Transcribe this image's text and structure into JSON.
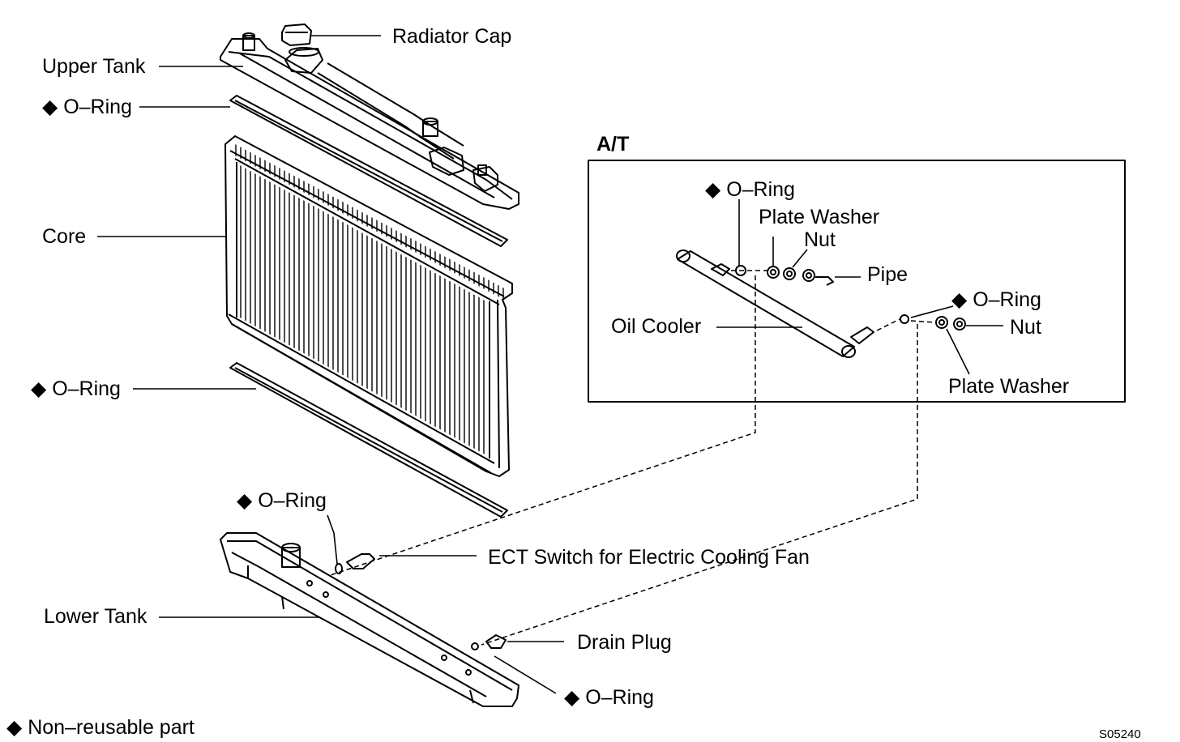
{
  "labels": {
    "radiator_cap": "Radiator Cap",
    "upper_tank": "Upper Tank",
    "o_ring": "O–Ring",
    "core": "Core",
    "at_box_title": "A/T",
    "plate_washer": "Plate Washer",
    "nut": "Nut",
    "pipe": "Pipe",
    "oil_cooler": "Oil Cooler",
    "ect_switch": "ECT Switch for Electric Cooling Fan",
    "lower_tank": "Lower Tank",
    "drain_plug": "Drain Plug",
    "legend_text": "Non–reusable part",
    "figure_code": "S05240"
  },
  "marker_symbol": "◆"
}
